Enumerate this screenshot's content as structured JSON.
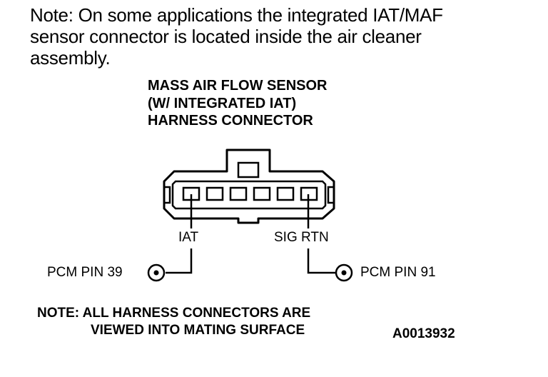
{
  "note_top": [
    "Note: On some applications the integrated IAT/MAF",
    "sensor connector is located inside the air cleaner",
    "assembly."
  ],
  "title": [
    "MASS AIR FLOW SENSOR",
    "(W/ INTEGRATED IAT)",
    "HARNESS CONNECTOR"
  ],
  "labels": {
    "iat": "IAT",
    "sig_rtn": "SIG RTN",
    "pcm_pin_39": "PCM PIN 39",
    "pcm_pin_91": "PCM PIN 91"
  },
  "bottom_note": [
    "NOTE: ALL HARNESS CONNECTORS ARE",
    "VIEWED INTO MATING SURFACE"
  ],
  "figure_id": "A0013932"
}
